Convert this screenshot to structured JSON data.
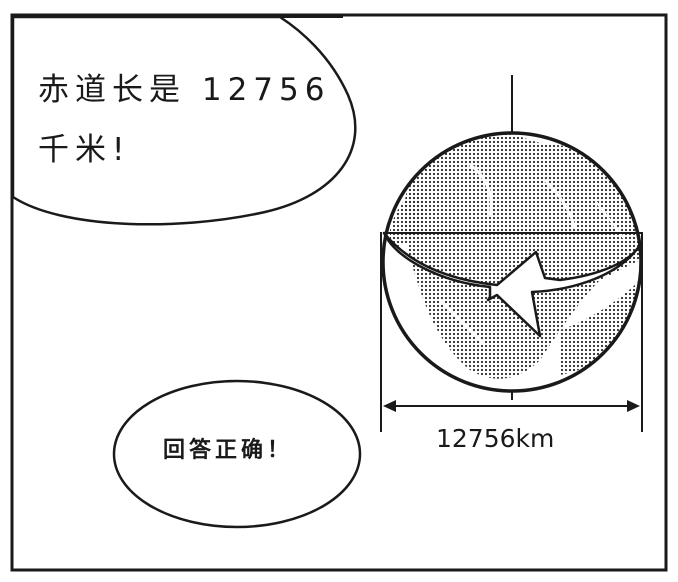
{
  "speech_bubble_top": {
    "line1": "赤道长是 12756",
    "line2": "千米!"
  },
  "speech_bubble_bottom": {
    "text": "回答正确！"
  },
  "diagram": {
    "dimension_label": "12756km",
    "globe_icon": "globe-icon",
    "arrow_icon": "arrow-left-icon"
  },
  "colors": {
    "ink": "#1a1a1a",
    "paper": "#ffffff",
    "land_dots": "#2a2a2a"
  }
}
